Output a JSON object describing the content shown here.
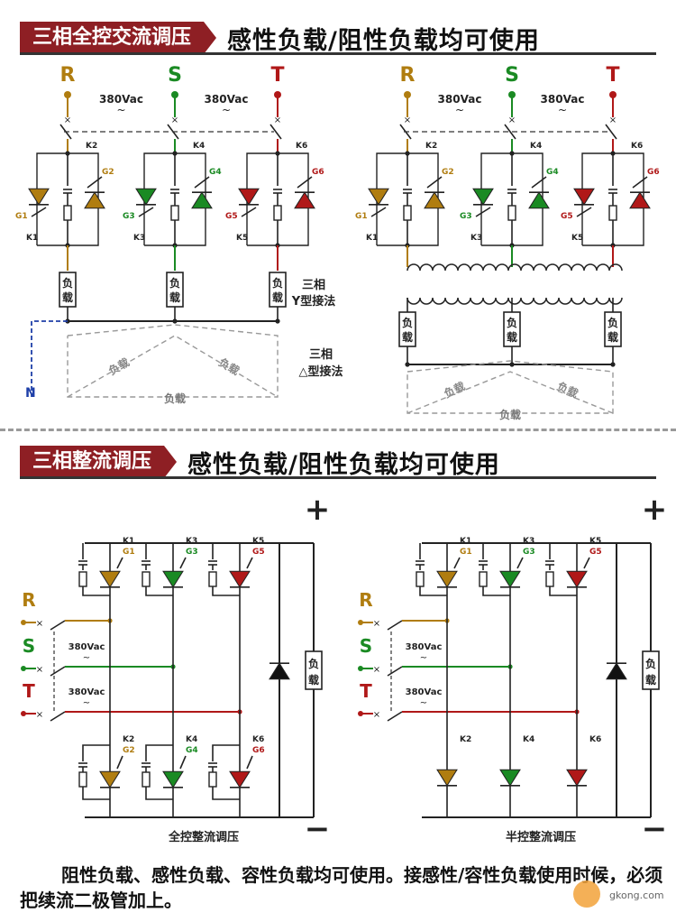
{
  "section1": {
    "tag": "三相全控交流调压",
    "title": "感性负载/阻性负载均可使用"
  },
  "section2": {
    "tag": "三相整流调压",
    "title": "感性负载/阻性负载均可使用"
  },
  "phases": [
    "R",
    "S",
    "T"
  ],
  "phase_colors": {
    "R": "#b07d10",
    "S": "#1a8a23",
    "T": "#b01818"
  },
  "voltage": "380Vac",
  "tilde": "~",
  "load": "负载",
  "load_chars": [
    "负",
    "载"
  ],
  "ac_labels": {
    "k": [
      "K1",
      "K2",
      "K3",
      "K4",
      "K5",
      "K6"
    ],
    "g": [
      "G1",
      "G2",
      "G3",
      "G4",
      "G5",
      "G6"
    ]
  },
  "conn_y": [
    "三相",
    "Y型接法"
  ],
  "conn_delta": [
    "三相",
    "△型接法"
  ],
  "neutral": "N",
  "dc": {
    "plus": "+",
    "minus": "−",
    "full_caption": "全控整流调压",
    "half_caption": "半控整流调压"
  },
  "note": "阻性负载、感性负载、容性负载均可使用。接感性/容性负载使用时候，必须把续流二极管加上。",
  "watermark": "gkong.com"
}
